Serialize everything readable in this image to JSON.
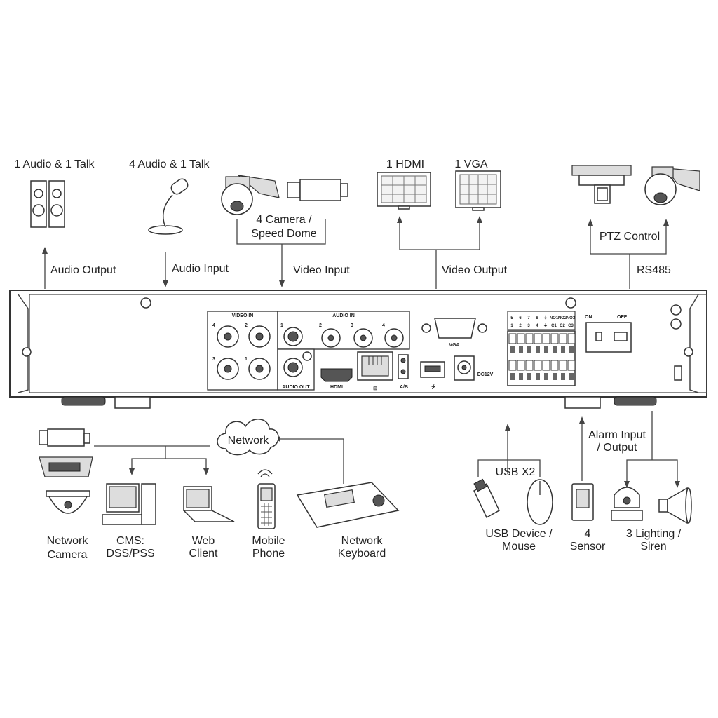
{
  "labels": {
    "audio_talk_1": "1 Audio  & 1 Talk",
    "audio_talk_4": "4 Audio & 1 Talk",
    "camera_group_l1": "4 Camera /",
    "camera_group_l2": "Speed Dome",
    "hdmi_1": "1 HDMI",
    "vga_1": "1 VGA",
    "ptz_control": "PTZ Control",
    "audio_output": "Audio  Output",
    "audio_input": "Audio  Input",
    "video_input": "Video Input",
    "video_output": "Video Output",
    "rs485": "RS485",
    "network": "Network",
    "usb_x2": "USB X2",
    "alarm_io_l1": "Alarm Input",
    "alarm_io_l2": "/ Output",
    "network_camera_l1": "Network",
    "network_camera_l2": "Camera",
    "cms_l1": "CMS:",
    "cms_l2": "DSS/PSS",
    "web_client_l1": "Web",
    "web_client_l2": "Client",
    "mobile_phone_l1": "Mobile",
    "mobile_phone_l2": "Phone",
    "network_keyboard_l1": "Network",
    "network_keyboard_l2": "Keyboard",
    "usb_device_l1": "USB Device /",
    "usb_device_l2": "Mouse",
    "sensor_l1": "4",
    "sensor_l2": "Sensor",
    "lighting_l1": "3 Lighting /",
    "lighting_l2": "Siren"
  },
  "panel": {
    "video_in": "VIDEO IN",
    "audio_in": "AUDIO IN",
    "audio_out": "AUDIO OUT",
    "vga": "VGA",
    "hdmi": "HDMI",
    "ab": "A/B",
    "dc": "DC12V",
    "on": "ON",
    "off": "OFF",
    "bnc_nums": [
      "4",
      "2",
      "3",
      "1"
    ],
    "audio_nums": [
      "1",
      "2",
      "3",
      "4"
    ],
    "alarm_top": [
      "5",
      "6",
      "7",
      "8",
      "⏚",
      "NO1",
      "NO2",
      "NO3"
    ],
    "alarm_bottom": [
      "1",
      "2",
      "3",
      "4",
      "⏚",
      "C1",
      "C2",
      "C3"
    ]
  }
}
